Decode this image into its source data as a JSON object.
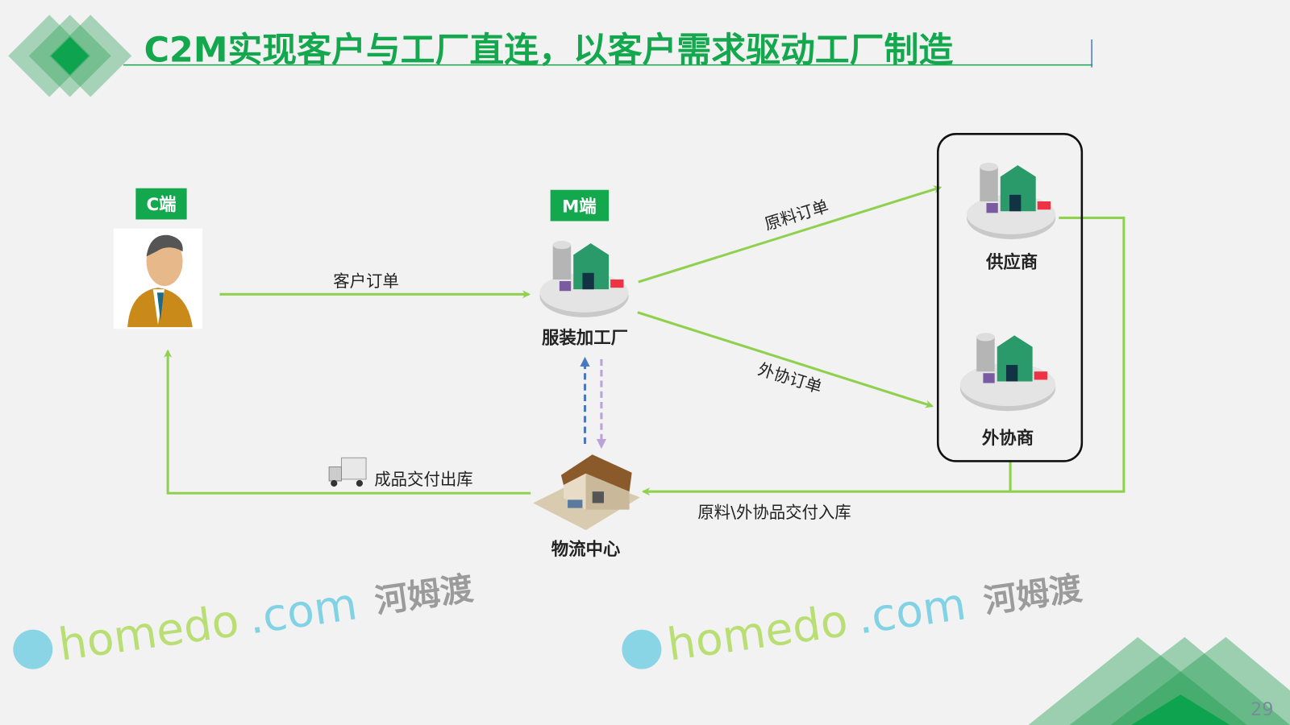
{
  "title": "C2M实现客户与工厂直连，以客户需求驱动工厂制造",
  "nodes": {
    "c_tag": "C端",
    "m_tag": "M端",
    "factory": "服装加工厂",
    "supplier": "供应商",
    "outsourcer": "外协商",
    "logistics": "物流中心"
  },
  "flows": {
    "customer_order": "客户订单",
    "material_order": "原料订单",
    "outsource_order": "外协订单",
    "inbound": "原料\\外协品交付入库",
    "outbound": "成品交付出库"
  },
  "watermark": {
    "brand": "homedo",
    "domain": ".com",
    "cn": "河姆渡"
  },
  "page_number": "29",
  "colors": {
    "accent": "#13a84d",
    "arrow": "#8fd14f",
    "tag_bg": "#13a84d"
  }
}
